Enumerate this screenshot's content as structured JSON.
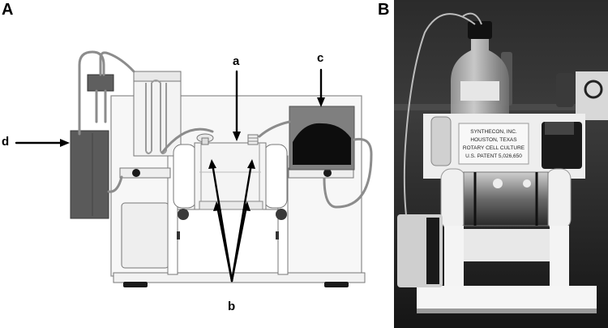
{
  "panels": {
    "a": {
      "letter": "A"
    },
    "b": {
      "letter": "B"
    }
  },
  "callouts": {
    "a": "a",
    "b": "b",
    "c": "c",
    "d": "d"
  },
  "photo_label_lines": [
    "SYNTHECON, INC.",
    "HOUSTON, TEXAS",
    "ROTARY CELL CULTURE",
    "U.S. PATENT 5,026,650"
  ],
  "colors": {
    "tubing": "#8c8c8c",
    "pump_body": "#808080",
    "pump_head": "#0d0d0d",
    "reservoir": "#5a5a5a",
    "base": "#f2f2f2",
    "outline": "#555555"
  }
}
